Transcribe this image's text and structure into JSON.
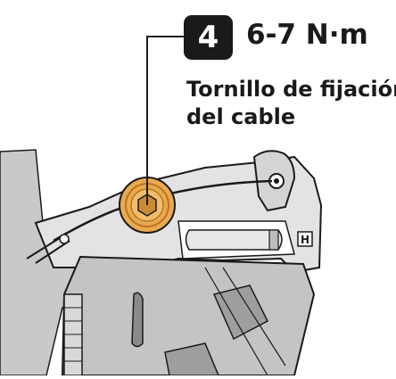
{
  "step": {
    "number": "4"
  },
  "torque": {
    "value": "6-7 N·m"
  },
  "caption": {
    "line1": "Tornillo de fijación",
    "line2": "del cable"
  },
  "emblem": {
    "letter": "H"
  },
  "colors": {
    "ink": "#1a1a1a",
    "bolt": "#e9a94e",
    "bolt_dark": "#b87524",
    "body_light": "#d6d6d6",
    "body_mid": "#bdbdbd",
    "body_dark": "#8a8a8a"
  }
}
